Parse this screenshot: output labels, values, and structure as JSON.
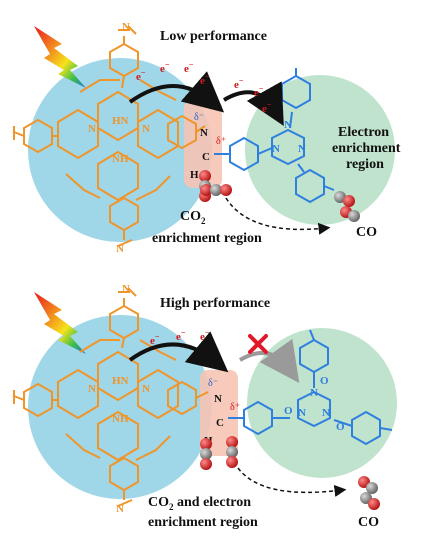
{
  "panel_top": {
    "title": "Low performance",
    "co2_region_line1": "CO",
    "co2_region_sub": "2",
    "co2_region_line2": "enrichment region",
    "electron_region_line1": "Electron",
    "electron_region_line2": "enrichment",
    "electron_region_line3": "region",
    "product": "CO"
  },
  "panel_bottom": {
    "title": "High performance",
    "region_line1a": "CO",
    "region_line1_sub": "2",
    "region_line1b": " and electron",
    "region_line2": "enrichment region",
    "product": "CO"
  },
  "labels": {
    "electron": "e",
    "electron_sup": "−",
    "delta_minus": "δ⁻",
    "delta_plus": "δ⁺",
    "atom_N": "N",
    "atom_C": "C",
    "atom_H": "H",
    "atom_HN": "HN",
    "atom_NH": "NH",
    "atom_O": "O"
  },
  "colors": {
    "porphyrin": "#f0952a",
    "triazine": "#2f7fe0",
    "blue_region": "#9fd6e8",
    "green_region": "#bfe3cc",
    "pink_region": "#f6c4b4",
    "electron": "#d1191c",
    "arrow": "#111111",
    "cross": "#e0192a"
  }
}
